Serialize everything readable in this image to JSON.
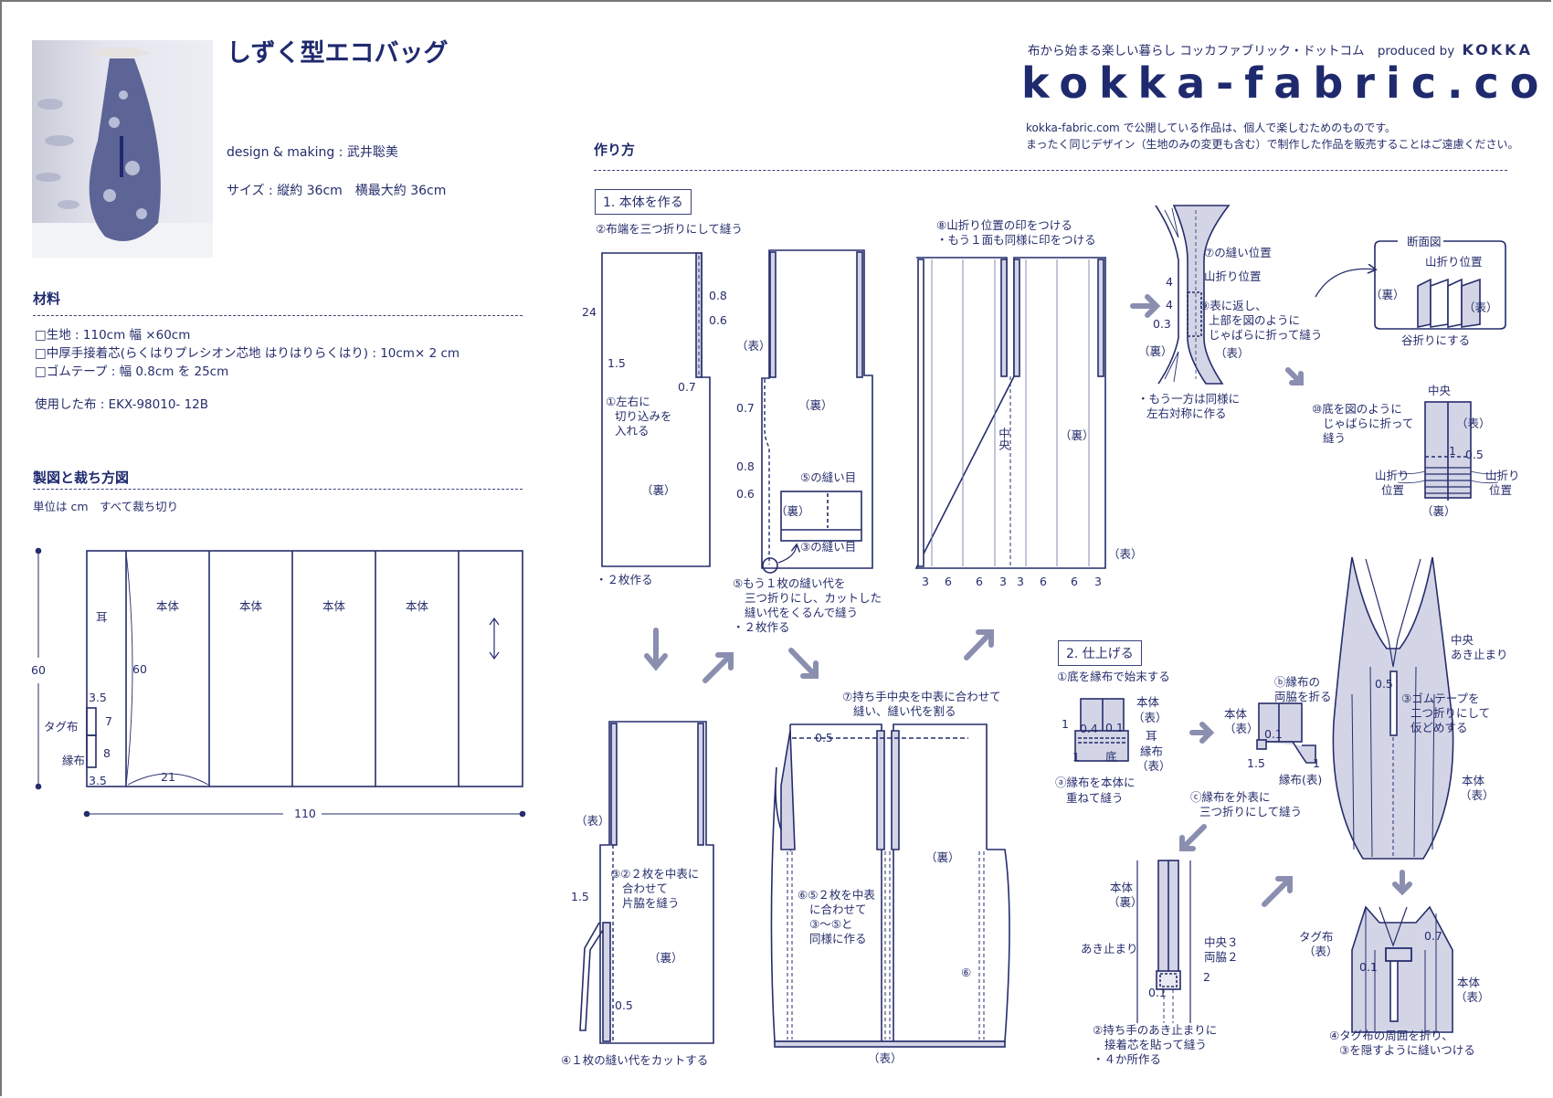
{
  "header": {
    "title": "しずく型エコバッグ",
    "designer": "design & making : 武井聡美",
    "size": "サイズ : 縦約 36cm　横最大約 36cm"
  },
  "brand": {
    "tagline": "布から始まる楽しい暮らし コッカファブリック・ドットコム",
    "produced_by": "produced by",
    "brand_name": "KOKKA",
    "logo": "kokka-fabric.com",
    "notice_1": "kokka-fabric.com で公開している作品は、個人で楽しむためのものです。",
    "notice_2": "まったく同じデザイン（生地のみの変更も含む）で制作した作品を販売することはご遠慮ください。"
  },
  "materials": {
    "heading": "材料",
    "items": [
      "□生地 : 110cm 幅 ×60cm",
      "□中厚手接着芯(らくはりプレシオン芯地 はりはりらくはり) : 10cm× 2 cm",
      "□ゴムテープ : 幅 0.8cm を 25cm"
    ],
    "fabric_used": "使用した布 : EKX-98010- 12B"
  },
  "cutting": {
    "heading": "製図と裁ち方図",
    "unit_note": "単位は cm　すべて裁ち切り",
    "selvage": "耳",
    "body_labels": [
      "本体",
      "本体",
      "本体",
      "本体"
    ],
    "height_total": "60",
    "height_piece": "60",
    "width_piece": "21",
    "width_total": "110",
    "margin_top": "3.5",
    "tag_length": "7",
    "binding_length": "8",
    "margin_bottom": "3.5",
    "tag_label": "タグ布",
    "binding_label": "縁布"
  },
  "howto": {
    "heading": "作り方",
    "section_1": "1. 本体を作る",
    "section_2": "2. 仕上げる",
    "pleat_dims": [
      "3",
      "6",
      "6",
      "3",
      "3",
      "6",
      "6",
      "3"
    ],
    "labels": [
      "②布端を三つ折りにして縫う",
      "24",
      "0.8",
      "0.6",
      "1.5",
      "0.7",
      "①左右に",
      "切り込みを",
      "入れる",
      "（裏）",
      "・２枚作る",
      "（表）",
      "0.7",
      "（裏）",
      "0.8",
      "0.6",
      "⑤の縫い目",
      "（裏）",
      "③の縫い目",
      "⑤もう１枚の縫い代を",
      "三つ折りにし、カットした",
      "縫い代をくるんで縫う",
      "・２枚作る",
      "⑧山折り位置の印をつける",
      "・もう１面も同様に印をつける",
      "中央",
      "（裏）",
      "（表）",
      "⑦の縫い位置",
      "山折り位置",
      "4",
      "4",
      "0.3",
      "⑨表に返し、",
      "上部を図のように",
      "じゃばらに折って縫う",
      "（裏）",
      "（表）",
      "・もう一方は同様に",
      "左右対称に作る",
      "断面図",
      "山折り位置",
      "（裏）",
      "（表）",
      "谷折りにする",
      "中央",
      "⑩底を図のように",
      "じゃばらに折って",
      "縫う",
      "（表）",
      "1",
      "0.5",
      "山折り",
      "位置",
      "山折り",
      "位置",
      "（裏）",
      "（表）",
      "③②２枚を中表に",
      "合わせて",
      "片脇を縫う",
      "1.5",
      "（裏）",
      "0.5",
      "④１枚の縫い代をカットする",
      "⑦持ち手中央を中表に合わせて",
      "縫い、縫い代を割る",
      "0.5",
      "（裏）",
      "⑥⑤２枚を中表",
      "に合わせて",
      "③〜⑤と",
      "同様に作る",
      "⑥",
      "（表）",
      "①底を縁布で始末する",
      "本体",
      "（表）",
      "1",
      "0.4",
      "0.1",
      "耳",
      "1",
      "底",
      "縁布",
      "（表）",
      "ⓐ縁布を本体に",
      "重ねて縫う",
      "ⓑ縁布の",
      "両脇を折る",
      "本体",
      "（表）",
      "0.1",
      "1.5",
      "1",
      "縁布(表)",
      "ⓒ縁布を外表に",
      "三つ折りにして縫う",
      "中央",
      "あき止まり",
      "0.5",
      "③ゴムテープを",
      "二つ折りにして",
      "仮どめする",
      "本体",
      "（表）",
      "本体",
      "（裏）",
      "あき止まり",
      "中央３",
      "両脇２",
      "2",
      "0.1",
      "②持ち手のあき止まりに",
      "接着芯を貼って縫う",
      "・４か所作る",
      "タグ布",
      "（表）",
      "0.7",
      "0.1",
      "本体",
      "（表）",
      "④タグ布の周囲を折り、",
      "③を隠すように縫いつける"
    ]
  },
  "colors": {
    "ink": "#252d6b",
    "fill": "#d3d5e6",
    "arrow": "#8a8fb0"
  }
}
